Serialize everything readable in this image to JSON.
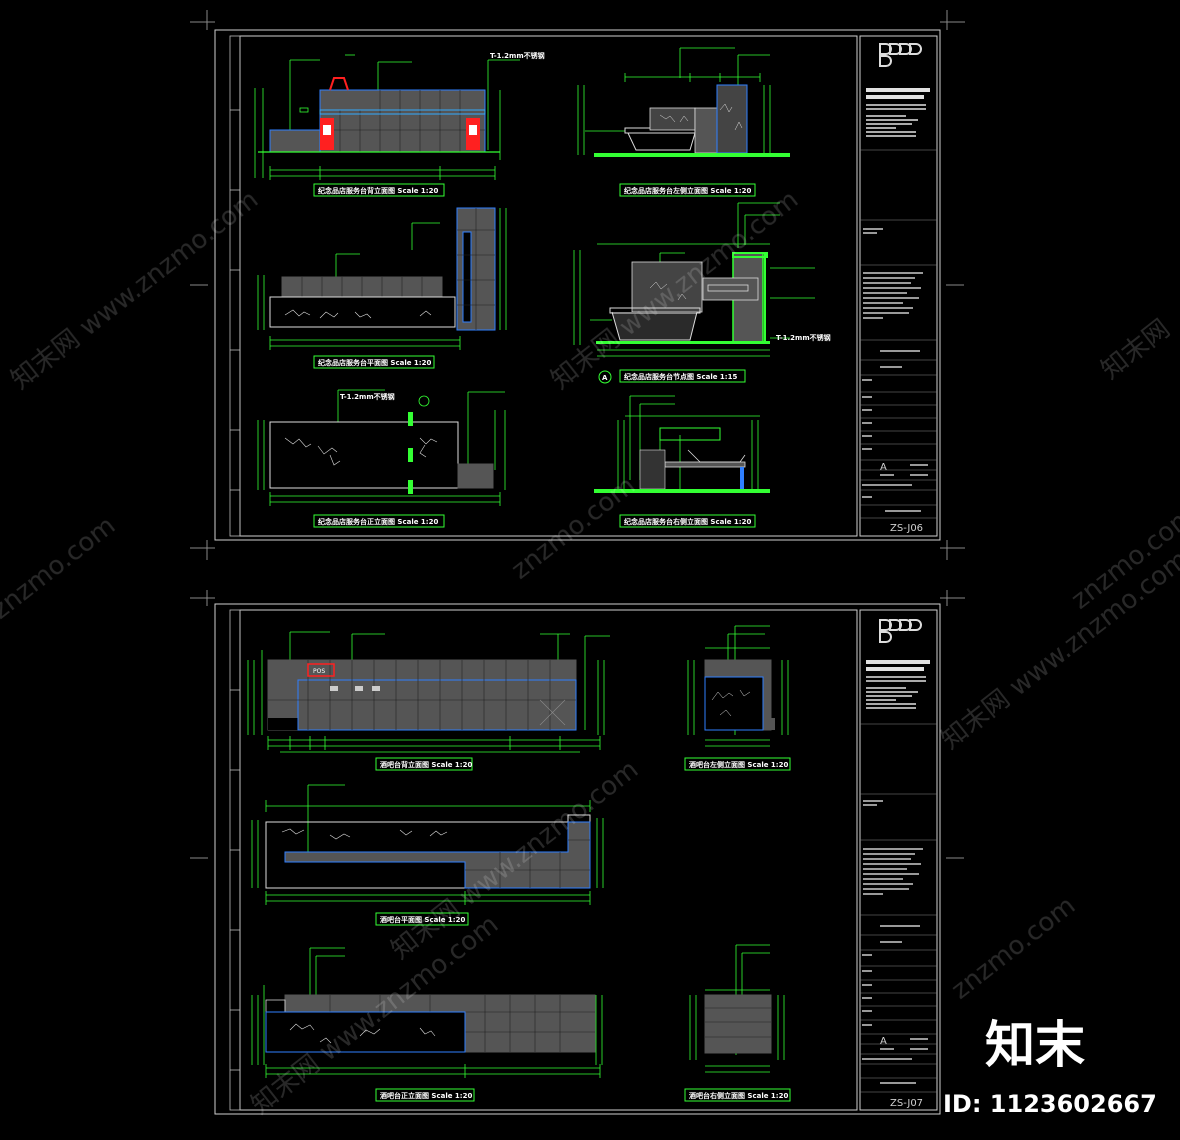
{
  "sheets": [
    {
      "number": "ZS-J06",
      "revision": "A",
      "views": [
        {
          "title": "纪念品店服务台背立面图 Scale 1:20"
        },
        {
          "title": "纪念品店服务台左侧立面图 Scale 1:20"
        },
        {
          "title": "纪念品店服务台平面图 Scale 1:20"
        },
        {
          "title": "纪念品店服务台节点图 Scale 1:15"
        },
        {
          "title": "纪念品店服务台正立面图 Scale 1:20"
        },
        {
          "title": "纪念品店服务台右侧立面图 Scale 1:20"
        }
      ],
      "callouts": [
        "T-1.2mm不锈钢",
        "T-1.2mm不锈钢",
        "T-1.2mm不锈钢"
      ],
      "section_marker": "A"
    },
    {
      "number": "ZS-J07",
      "revision": "A",
      "views": [
        {
          "title": "酒吧台背立面图 Scale 1:20"
        },
        {
          "title": "酒吧台左侧立面图 Scale 1:20"
        },
        {
          "title": "酒吧台平面图 Scale 1:20"
        },
        {
          "title": "酒吧台正立面图 Scale 1:20"
        },
        {
          "title": "酒吧台右侧立面图 Scale 1:20"
        }
      ],
      "tag": "POS"
    }
  ],
  "watermarks": [
    "知末网 www.znzmo.com",
    "znzmo.com",
    "知末网"
  ],
  "brand": "知末",
  "id_label": "ID: 1123602667",
  "colors": {
    "background": "#000000",
    "frame": "#d0d0d0",
    "dimension": "#33ff33",
    "panel": "#555555",
    "steel": "#2f7fff",
    "accent": "#ff2020"
  }
}
